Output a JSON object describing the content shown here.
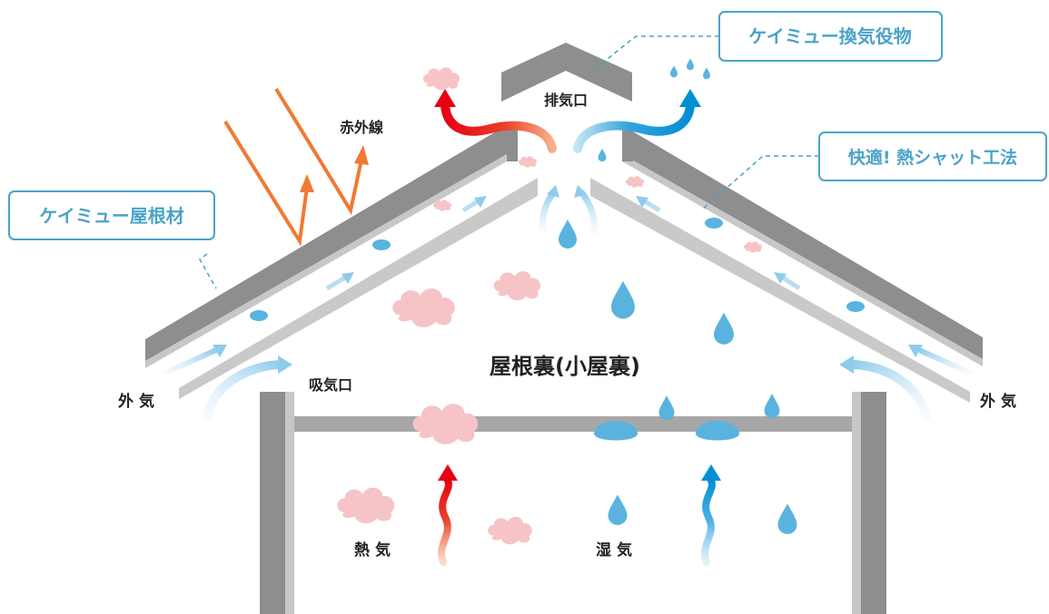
{
  "labels": {
    "roof_material": "ケイミュー屋根材",
    "ventilation_part": "ケイミュー換気役物",
    "method": "快適! 熱シャット工法",
    "exhaust": "排気口",
    "infrared": "赤外線",
    "intake": "吸気口",
    "outside_air_left": "外 気",
    "outside_air_right": "外 気",
    "attic": "屋根裏(小屋裏)",
    "heat": "熱 気",
    "humidity": "湿 気"
  },
  "colors": {
    "roof": "#8e8e8e",
    "roof_light": "#c7c7c7",
    "accent_blue": "#4aa3c8",
    "heat_red": "#e60012",
    "moist_blue": "#008fd3",
    "drop": "#5ab3df",
    "cloud": "#f6c4c6",
    "infrared": "#ef7a32",
    "airflow": "#b8def2"
  },
  "icons": {
    "cloud": "cloud-icon",
    "drop": "water-drop-icon",
    "arrow": "airflow-arrow-icon"
  }
}
